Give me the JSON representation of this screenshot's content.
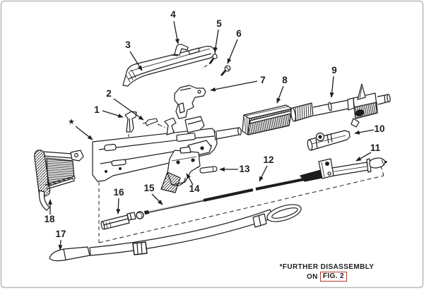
{
  "page": {
    "colors": {
      "ink": "#1d1d1d",
      "paper": "#ffffff",
      "frame": "#b5b8ba",
      "accent_red": "#b23a32"
    }
  },
  "diagram": {
    "kind": "exploded-parts-figure",
    "star_marker": "★"
  },
  "callouts": [
    {
      "label": "1"
    },
    {
      "label": "2"
    },
    {
      "label": "3"
    },
    {
      "label": "4"
    },
    {
      "label": "5"
    },
    {
      "label": "6"
    },
    {
      "label": "7"
    },
    {
      "label": "8"
    },
    {
      "label": "9"
    },
    {
      "label": "10"
    },
    {
      "label": "11"
    },
    {
      "label": "12"
    },
    {
      "label": "13"
    },
    {
      "label": "14"
    },
    {
      "label": "15"
    },
    {
      "label": "16"
    },
    {
      "label": "17"
    },
    {
      "label": "18"
    }
  ],
  "footnote": {
    "line1": "*FURTHER DISASSEMBLY",
    "line2_prefix": "ON",
    "line2_boxed": "FIG. 2"
  }
}
